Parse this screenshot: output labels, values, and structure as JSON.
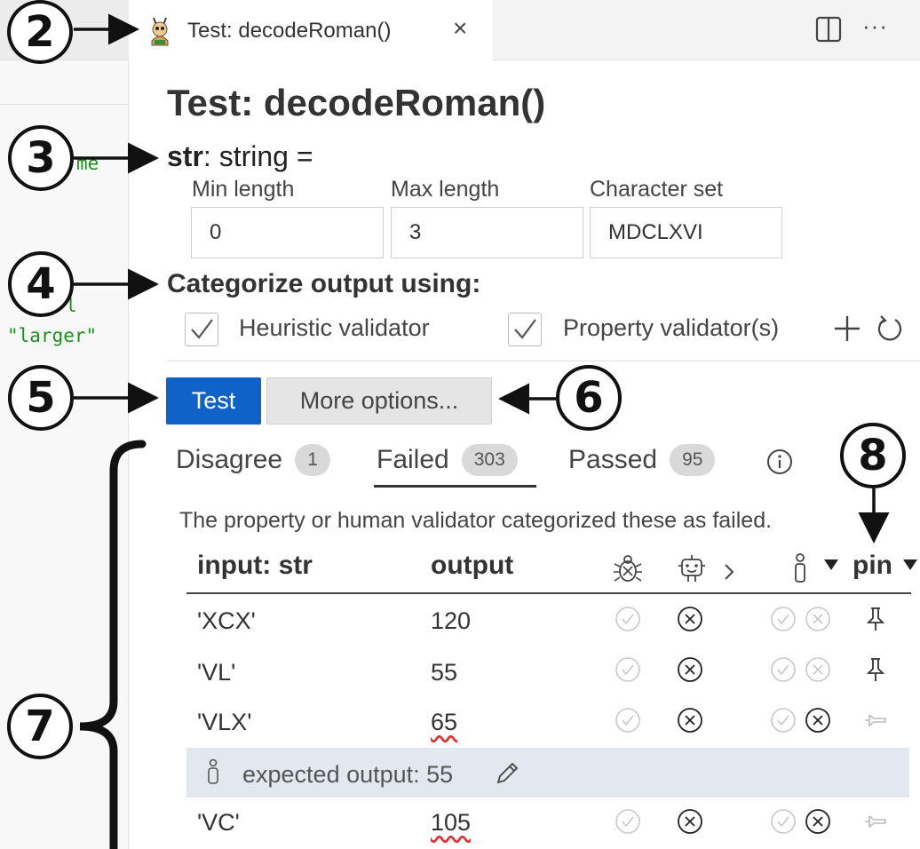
{
  "editor": {
    "code_fragment_1": "me",
    "code_fragment_2": "l",
    "code_fragment_3": "\"larger\""
  },
  "tab": {
    "label": "Test: decodeRoman()",
    "close": "×",
    "more": "···"
  },
  "panel": {
    "title": "Test: decodeRoman()",
    "param_name": "str",
    "param_type": ": string ="
  },
  "fields": {
    "min_label": "Min length",
    "min_value": "0",
    "max_label": "Max length",
    "max_value": "3",
    "charset_label": "Character set",
    "charset_value": "MDCLXVI"
  },
  "categorize": {
    "heading": "Categorize output using:",
    "heuristic_label": "Heuristic validator",
    "heuristic_checked": true,
    "property_label": "Property validator(s)",
    "property_checked": true
  },
  "buttons": {
    "test": "Test",
    "more_options": "More options..."
  },
  "result_tabs": [
    {
      "label": "Disagree",
      "count": "1"
    },
    {
      "label": "Failed",
      "count": "303",
      "active": true
    },
    {
      "label": "Passed",
      "count": "95"
    }
  ],
  "description": "The property or human validator categorized these as failed.",
  "table": {
    "headers": {
      "input": "input: str",
      "output": "output",
      "pin": "pin"
    },
    "rows": [
      {
        "input": "'XCX'",
        "output": "120",
        "heuristic": "pass-faded",
        "property": "fail",
        "human_pass": "faded",
        "human_fail": "faded",
        "pinned": true
      },
      {
        "input": "'VL'",
        "output": "55",
        "heuristic": "pass-faded",
        "property": "fail",
        "human_pass": "faded",
        "human_fail": "faded",
        "pinned": true
      },
      {
        "input": "'VLX'",
        "output": "65",
        "heuristic": "pass-faded",
        "property": "fail",
        "human_pass": "faded",
        "human_fail": "active",
        "pinned": false
      },
      {
        "input": "'VC'",
        "output": "105",
        "heuristic": "pass-faded",
        "property": "fail",
        "human_pass": "faded",
        "human_fail": "active",
        "pinned": false
      }
    ],
    "expected_output": "expected output: 55"
  },
  "annotations": [
    "2",
    "3",
    "4",
    "5",
    "6",
    "7",
    "8"
  ],
  "colors": {
    "accent": "#0f62c8",
    "code_green": "#1d8f1d",
    "error_red": "#e03030",
    "expected_bg": "#e3e7f0"
  }
}
